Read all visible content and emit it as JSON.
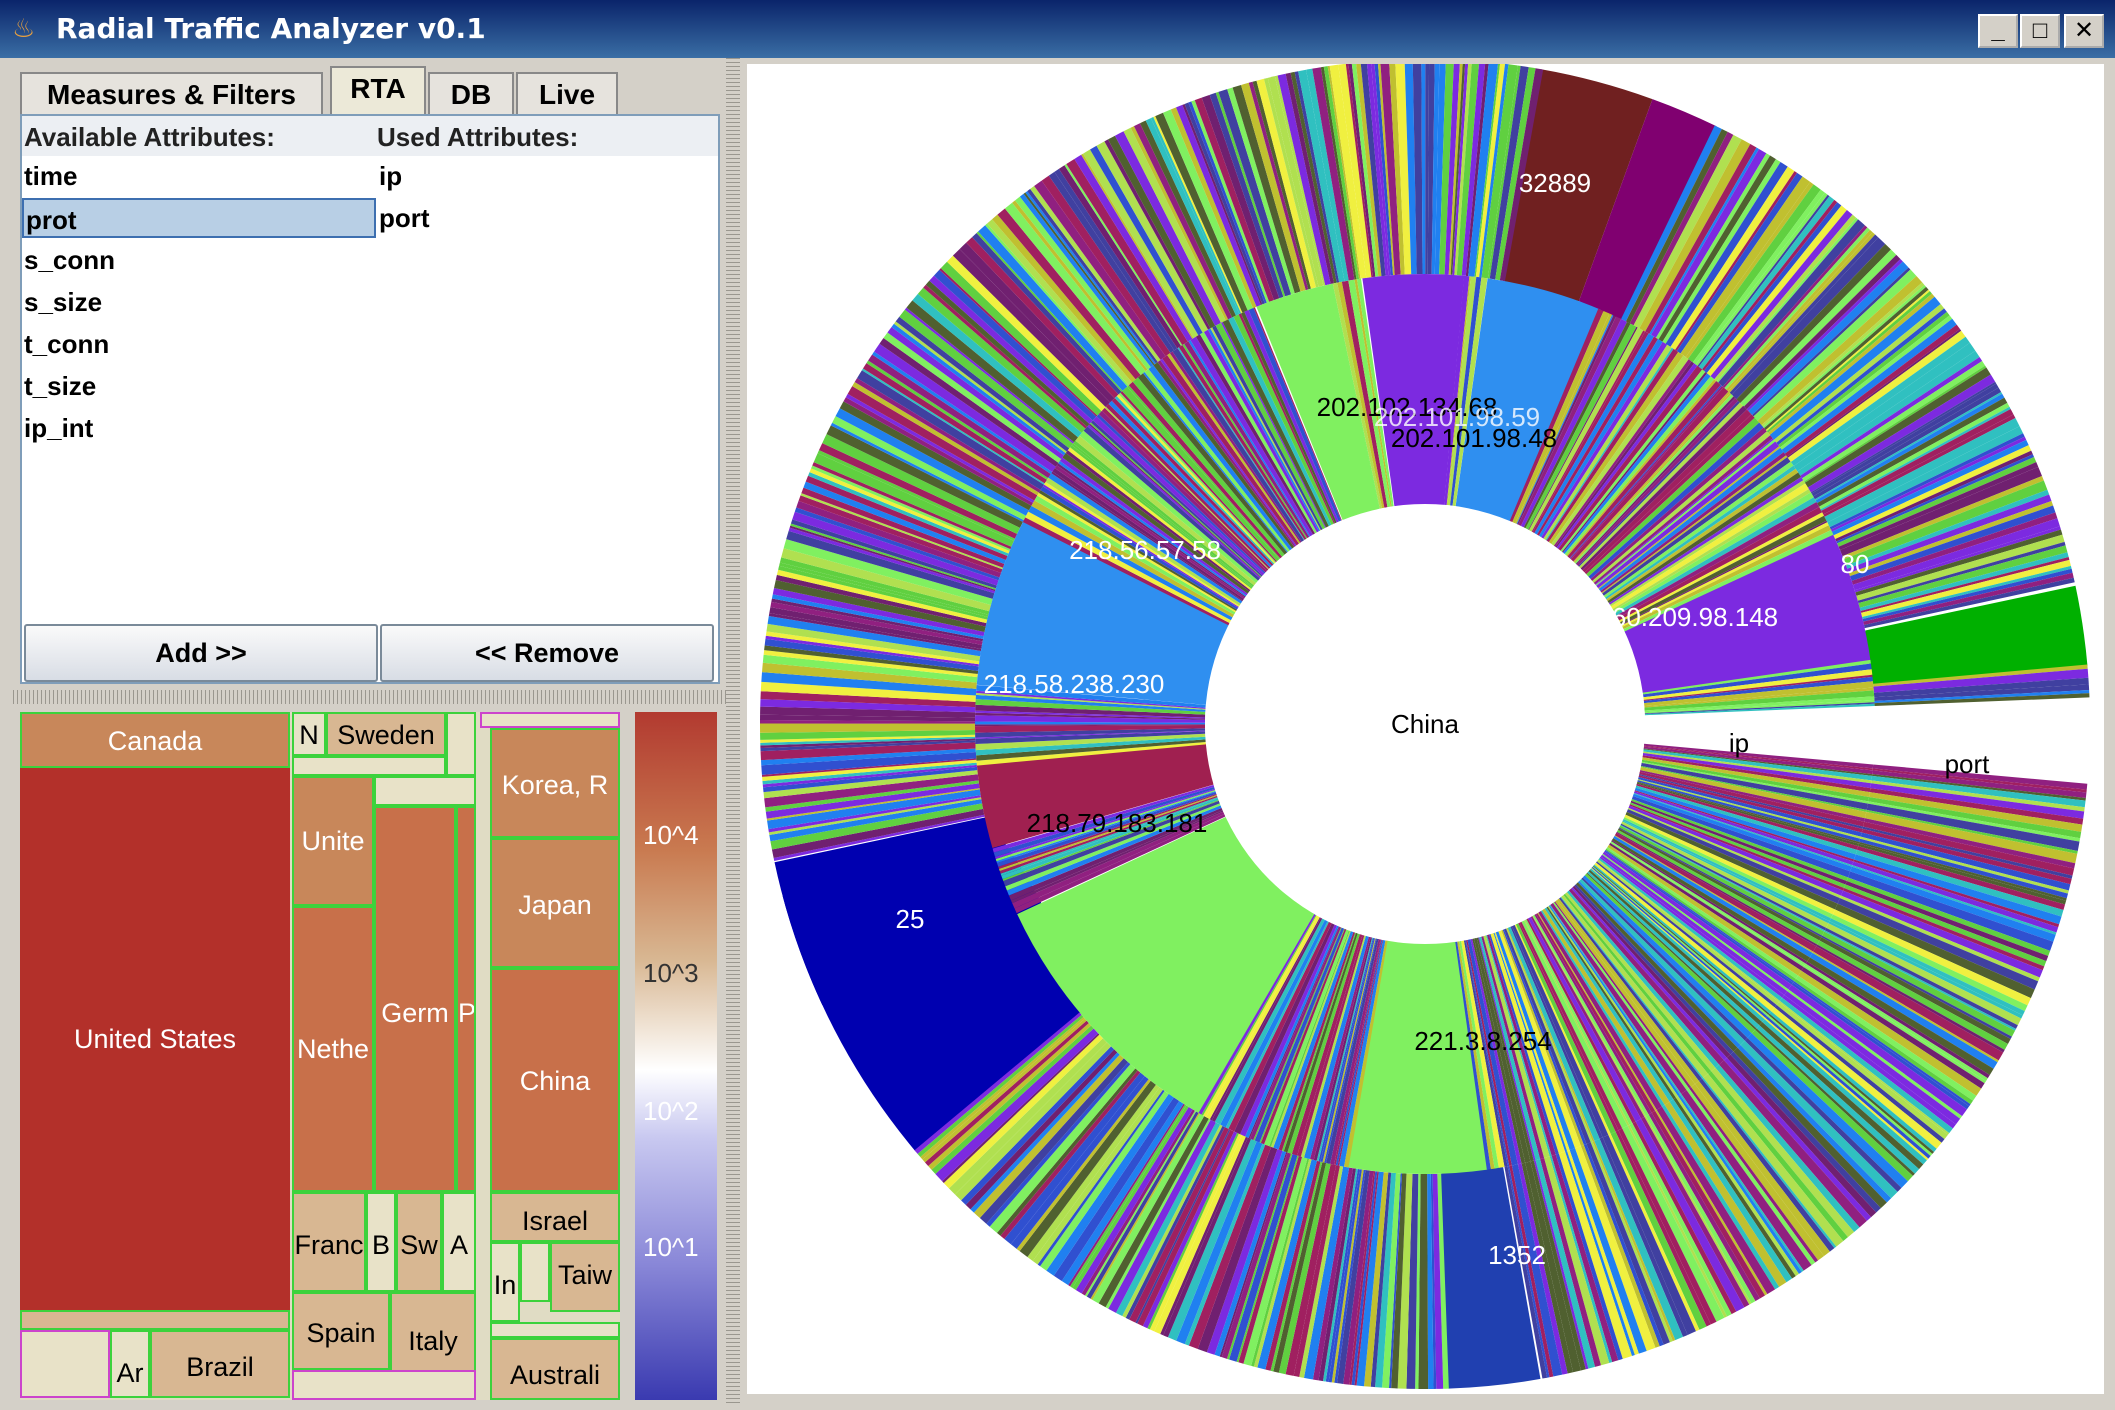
{
  "window": {
    "title": "Radial Traffic Analyzer v0.1",
    "controls": [
      "_",
      "□",
      "✕"
    ]
  },
  "tabs": [
    {
      "label": "Measures & Filters",
      "active": false
    },
    {
      "label": "RTA",
      "active": true
    },
    {
      "label": "DB",
      "active": false
    },
    {
      "label": "Live",
      "active": false
    }
  ],
  "attributes": {
    "available_header": "Available Attributes:",
    "used_header": "Used Attributes:",
    "available": [
      "time",
      "prot",
      "s_conn",
      "s_size",
      "t_conn",
      "t_size",
      "ip_int"
    ],
    "selected": "prot",
    "used": [
      "ip",
      "port"
    ],
    "add_label": "Add >>",
    "remove_label": "<< Remove"
  },
  "treemap": {
    "labels": {
      "canada": "Canada",
      "us": "United States",
      "ar": "Ar",
      "brazil": "Brazil",
      "n": "N",
      "sweden": "Sweden",
      "unite": "Unite",
      "nethe": "Nethe",
      "germ": "Germ",
      "p": "P",
      "franc": "Franc",
      "b": "B",
      "sw": "Sw",
      "a": "A",
      "spain": "Spain",
      "italy": "Italy",
      "korea": "Korea, R",
      "japan": "Japan",
      "china": "China",
      "israel": "Israel",
      "in": "In",
      "taiw": "Taiw",
      "australi": "Australi"
    }
  },
  "colorbar": {
    "labels": [
      "10^4",
      "10^3",
      "10^2",
      "10^1"
    ]
  },
  "radial": {
    "center_label": "China",
    "ring_labels": {
      "inner": "ip",
      "outer": "port"
    },
    "ip_labels": [
      "218.56.57.58",
      "218.58.238.230",
      "218.79.183.181",
      "202.102.134.68",
      "202.101.98.59",
      "202.101.98.48",
      "60.209.98.148",
      "221.3.8.254"
    ],
    "port_labels": [
      "32889",
      "80",
      "25",
      "1352"
    ]
  },
  "colors": {
    "title_bar": "#0a246a",
    "selection": "#b8cfe5",
    "treemap_border": "#3cd23c"
  }
}
